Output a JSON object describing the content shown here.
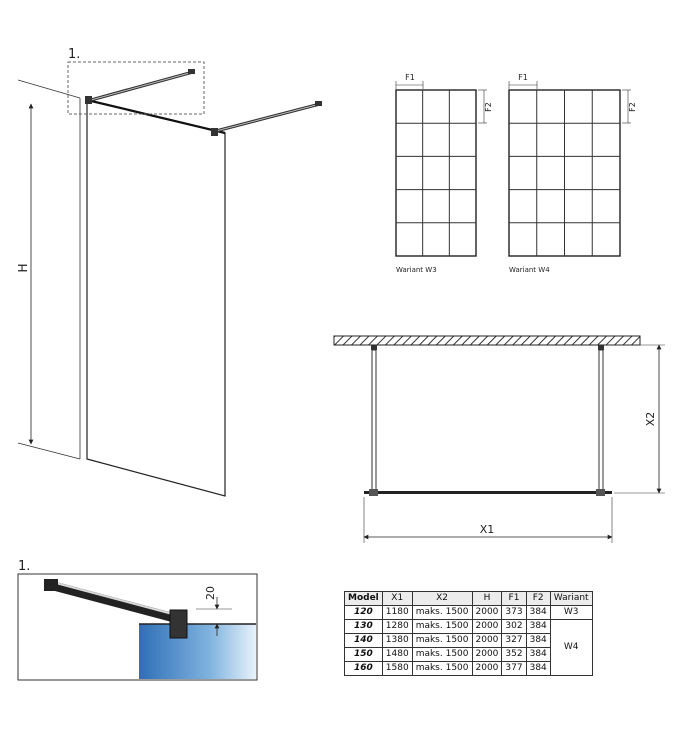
{
  "labels": {
    "detail_callout": "1.",
    "detail_title": "1.",
    "height": "H",
    "width": "X1",
    "depth": "X2",
    "grid_field_width": "F1",
    "grid_field_height": "F2",
    "clearance": "20"
  },
  "variants": [
    {
      "caption": "Wariant W3",
      "cols": 3,
      "rows": 5
    },
    {
      "caption": "Wariant W4",
      "cols": 4,
      "rows": 5
    }
  ],
  "table": {
    "headers": [
      "Model",
      "X1",
      "X2",
      "H",
      "F1",
      "F2",
      "Wariant"
    ],
    "rows": [
      [
        "120",
        "1180",
        "maks. 1500",
        "2000",
        "373",
        "384",
        "W3"
      ],
      [
        "130",
        "1280",
        "maks. 1500",
        "2000",
        "302",
        "384",
        "W4"
      ],
      [
        "140",
        "1380",
        "maks. 1500",
        "2000",
        "327",
        "384",
        ""
      ],
      [
        "150",
        "1480",
        "maks. 1500",
        "2000",
        "352",
        "384",
        ""
      ],
      [
        "160",
        "1580",
        "maks. 1500",
        "2000",
        "377",
        "384",
        ""
      ]
    ]
  }
}
